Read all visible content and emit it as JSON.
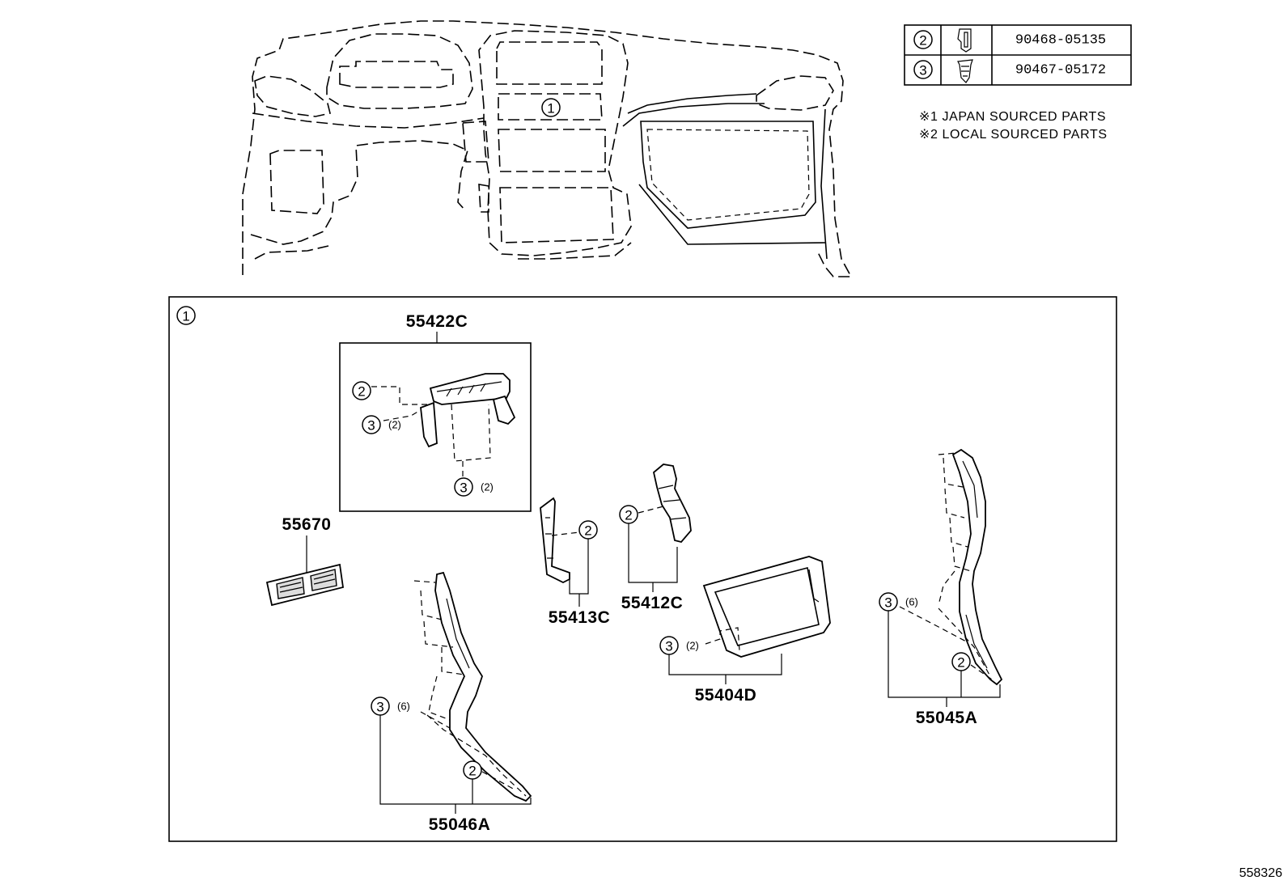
{
  "legend_table": {
    "rows": [
      {
        "callout": "2",
        "part_number": "90468-05135"
      },
      {
        "callout": "3",
        "part_number": "90467-05172"
      }
    ]
  },
  "notes": [
    "※1 JAPAN SOURCED PARTS",
    "※2 LOCAL SOURCED PARTS"
  ],
  "overview": {
    "callout": "1"
  },
  "detail_box": {
    "callout": "1"
  },
  "parts": {
    "p55422C": "55422C",
    "p55670": "55670",
    "p55413C": "55413C",
    "p55412C": "55412C",
    "p55404D": "55404D",
    "p55046A": "55046A",
    "p55045A": "55045A"
  },
  "callouts": {
    "c2": "2",
    "c3": "3"
  },
  "quantities": {
    "q2": "(2)",
    "q6": "(6)"
  },
  "diagram_ref": "558326"
}
